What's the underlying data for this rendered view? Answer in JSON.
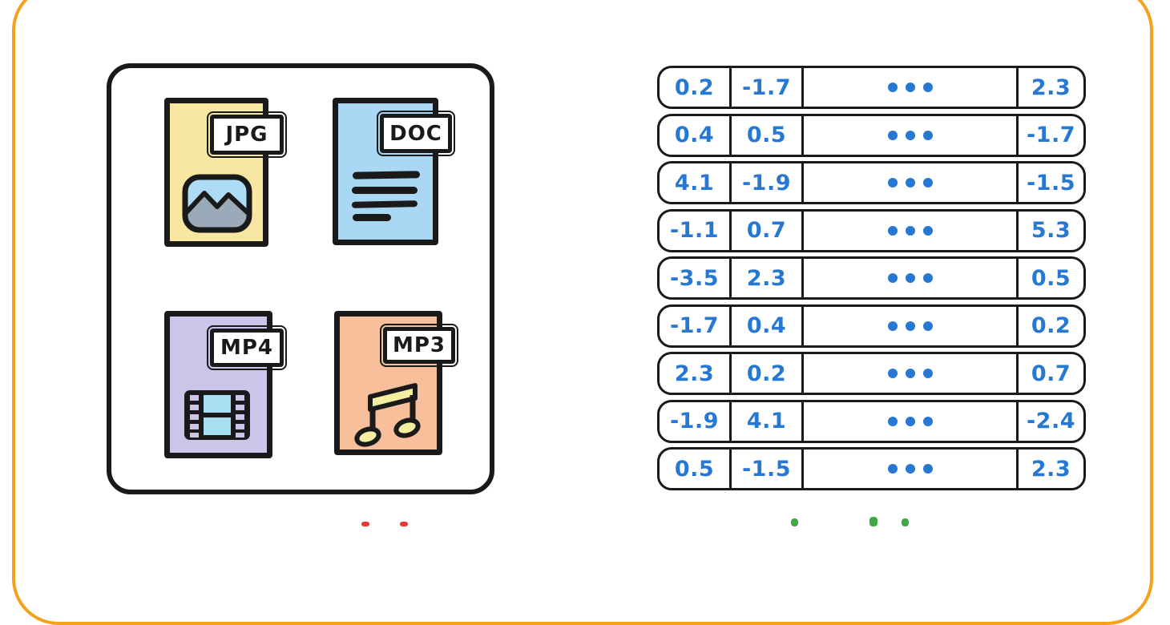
{
  "canvas": {
    "background": "#ffffff",
    "frame_color": "#F5A11C",
    "ink_color": "#1a1a1a"
  },
  "files_panel": {
    "files": [
      {
        "label": "JPG",
        "icon": "image-icon",
        "fill": "#F8E7A1"
      },
      {
        "label": "DOC",
        "icon": "document-text-icon",
        "fill": "#A9D7F4"
      },
      {
        "label": "MP4",
        "icon": "film-strip-icon",
        "fill": "#CDC5E9"
      },
      {
        "label": "MP3",
        "icon": "music-note-icon",
        "fill": "#F8BF9B"
      }
    ]
  },
  "embedding_table": {
    "text_color": "#2678D2",
    "ellipsis": "•••",
    "columns": 4,
    "rows": [
      {
        "cells": [
          "0.2",
          "-1.7",
          "•••",
          "2.3"
        ]
      },
      {
        "cells": [
          "0.4",
          "0.5",
          "•••",
          "-1.7"
        ]
      },
      {
        "cells": [
          "4.1",
          "-1.9",
          "•••",
          "-1.5"
        ]
      },
      {
        "cells": [
          "-1.1",
          "0.7",
          "•••",
          "5.3"
        ]
      },
      {
        "cells": [
          "-3.5",
          "2.3",
          "•••",
          "0.5"
        ]
      },
      {
        "cells": [
          "-1.7",
          "0.4",
          "•••",
          "0.2"
        ]
      },
      {
        "cells": [
          "2.3",
          "0.2",
          "•••",
          "0.7"
        ]
      },
      {
        "cells": [
          "-1.9",
          "4.1",
          "•••",
          "-2.4"
        ]
      },
      {
        "cells": [
          "0.5",
          "-1.5",
          "•••",
          "2.3"
        ]
      }
    ]
  },
  "cropped_captions": {
    "left_marks_color": "#E03C3C",
    "right_marks_color": "#3FA944"
  }
}
